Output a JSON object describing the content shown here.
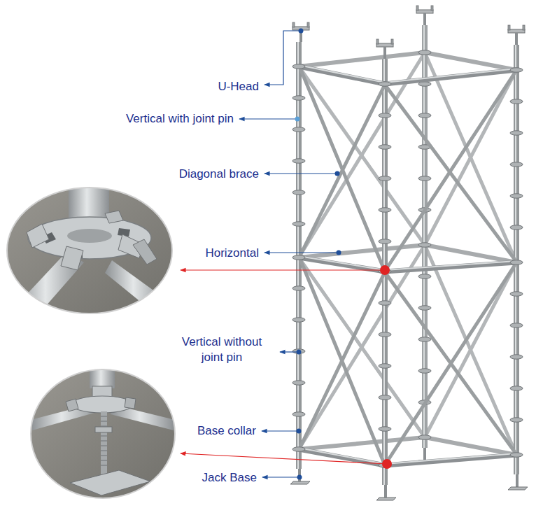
{
  "diagram": {
    "labels": [
      "U-Head",
      "Vertical with joint pin",
      "Diagonal brace",
      "Horizontal",
      "Vertical without joint pin",
      "Base collar",
      "Jack Base"
    ]
  }
}
